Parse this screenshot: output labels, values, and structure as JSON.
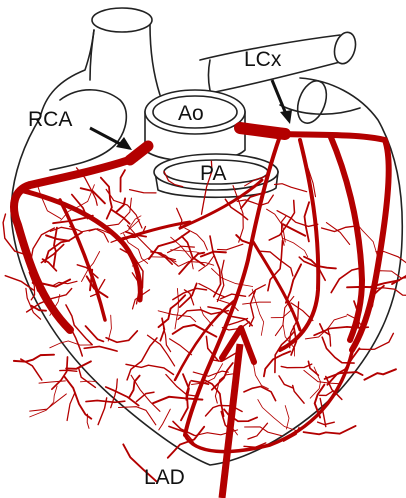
{
  "colors": {
    "artery": "#b30000",
    "outline": "#222222",
    "background": "#ffffff"
  },
  "labels": {
    "rca": "RCA",
    "lcx": "LCx",
    "ao": "Ao",
    "pa": "PA",
    "lad": "LAD"
  }
}
